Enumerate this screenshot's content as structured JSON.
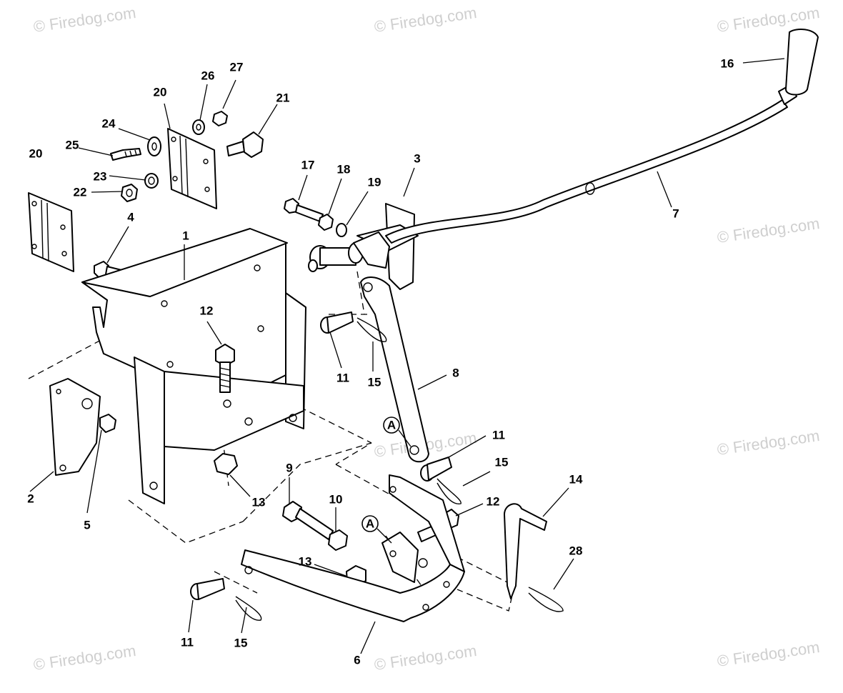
{
  "watermark": "© Firedog.com",
  "ref_marker": "A",
  "callouts": {
    "c1": "1",
    "c2": "2",
    "c3": "3",
    "c4": "4",
    "c5": "5",
    "c6": "6",
    "c7": "7",
    "c8": "8",
    "c9": "9",
    "c10": "10",
    "c11a": "11",
    "c11b": "11",
    "c11c": "11",
    "c12a": "12",
    "c12b": "12",
    "c13a": "13",
    "c13b": "13",
    "c14": "14",
    "c15a": "15",
    "c15b": "15",
    "c15c": "15",
    "c16": "16",
    "c17": "17",
    "c18": "18",
    "c19": "19",
    "c20a": "20",
    "c20b": "20",
    "c21": "21",
    "c22": "22",
    "c23": "23",
    "c24": "24",
    "c25": "25",
    "c26": "26",
    "c27": "27",
    "c28": "28"
  }
}
